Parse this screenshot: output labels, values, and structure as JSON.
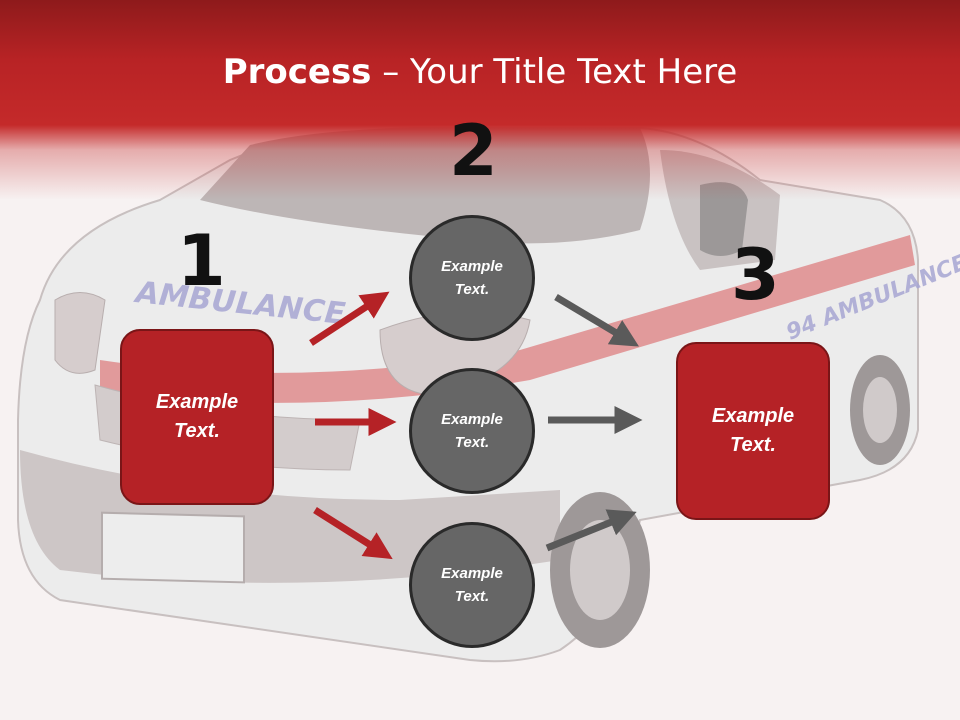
{
  "slide": {
    "title_bold": "Process",
    "title_rest": " – Your Title Text Here",
    "step_numbers": [
      "1",
      "2",
      "3"
    ],
    "boxes": [
      {
        "label": "Example\nText."
      },
      {
        "label": "Example\nText."
      }
    ],
    "circles": [
      {
        "label": "Example\nText."
      },
      {
        "label": "Example\nText."
      },
      {
        "label": "Example\nText."
      }
    ],
    "background_text": {
      "front_lettering": "AMBULANCE",
      "side_lettering": "94 AMBULANCE"
    }
  },
  "colors": {
    "header": "#b82325",
    "box_fill": "#b52226",
    "circle_fill": "#666666",
    "arrow_red": "#b52226",
    "arrow_gray": "#5a5a5a"
  }
}
